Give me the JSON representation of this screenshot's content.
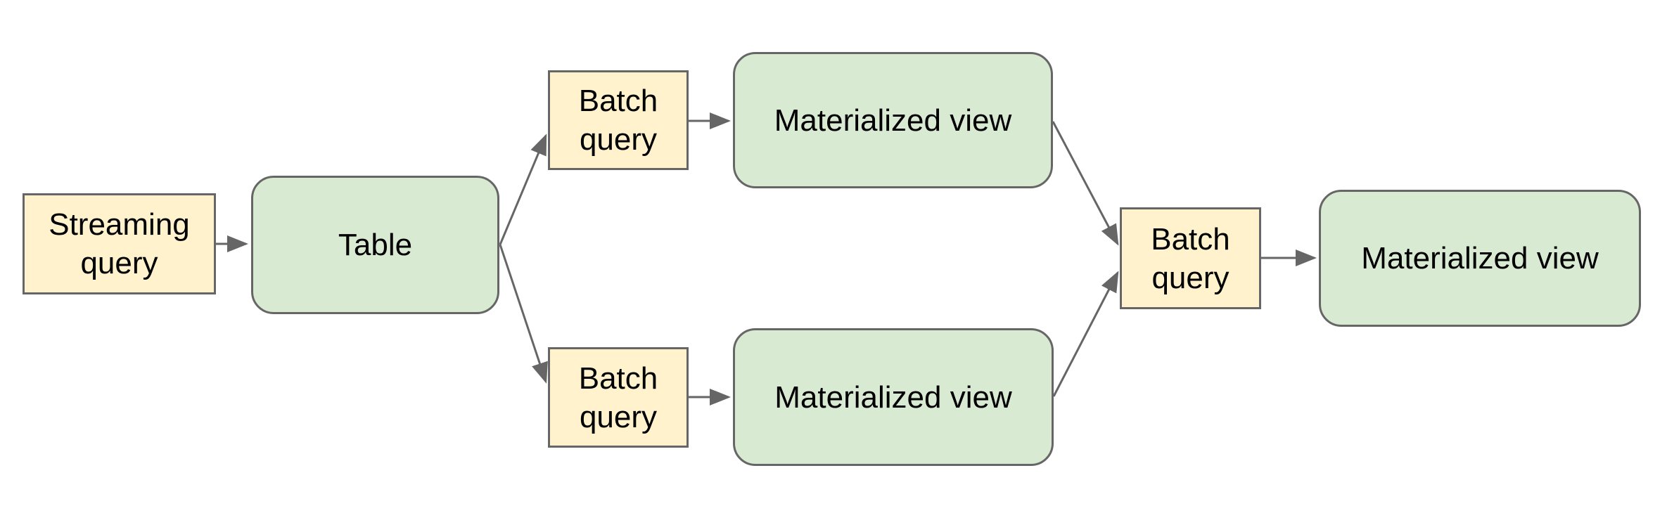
{
  "diagram": {
    "title": "",
    "colors": {
      "canvas_bg": "#ffffff",
      "query_fill": "#FFF2CC",
      "store_fill": "#D9EAD3",
      "border": "#666666",
      "arrow": "#666666",
      "text": "#000000"
    },
    "nodes": [
      {
        "id": "streaming-query",
        "label": "Streaming query",
        "type": "query"
      },
      {
        "id": "table",
        "label": "Table",
        "type": "store"
      },
      {
        "id": "batch-query-top",
        "label": "Batch query",
        "type": "query"
      },
      {
        "id": "mv-top",
        "label": "Materialized view",
        "type": "store"
      },
      {
        "id": "batch-query-bottom",
        "label": "Batch query",
        "type": "query"
      },
      {
        "id": "mv-bottom",
        "label": "Materialized view",
        "type": "store"
      },
      {
        "id": "batch-query-final",
        "label": "Batch query",
        "type": "query"
      },
      {
        "id": "mv-final",
        "label": "Materialized view",
        "type": "store"
      }
    ],
    "edges": [
      {
        "from": "streaming-query",
        "to": "table"
      },
      {
        "from": "table",
        "to": "batch-query-top"
      },
      {
        "from": "table",
        "to": "batch-query-bottom"
      },
      {
        "from": "batch-query-top",
        "to": "mv-top"
      },
      {
        "from": "batch-query-bottom",
        "to": "mv-bottom"
      },
      {
        "from": "mv-top",
        "to": "batch-query-final"
      },
      {
        "from": "mv-bottom",
        "to": "batch-query-final"
      },
      {
        "from": "batch-query-final",
        "to": "mv-final"
      }
    ]
  }
}
